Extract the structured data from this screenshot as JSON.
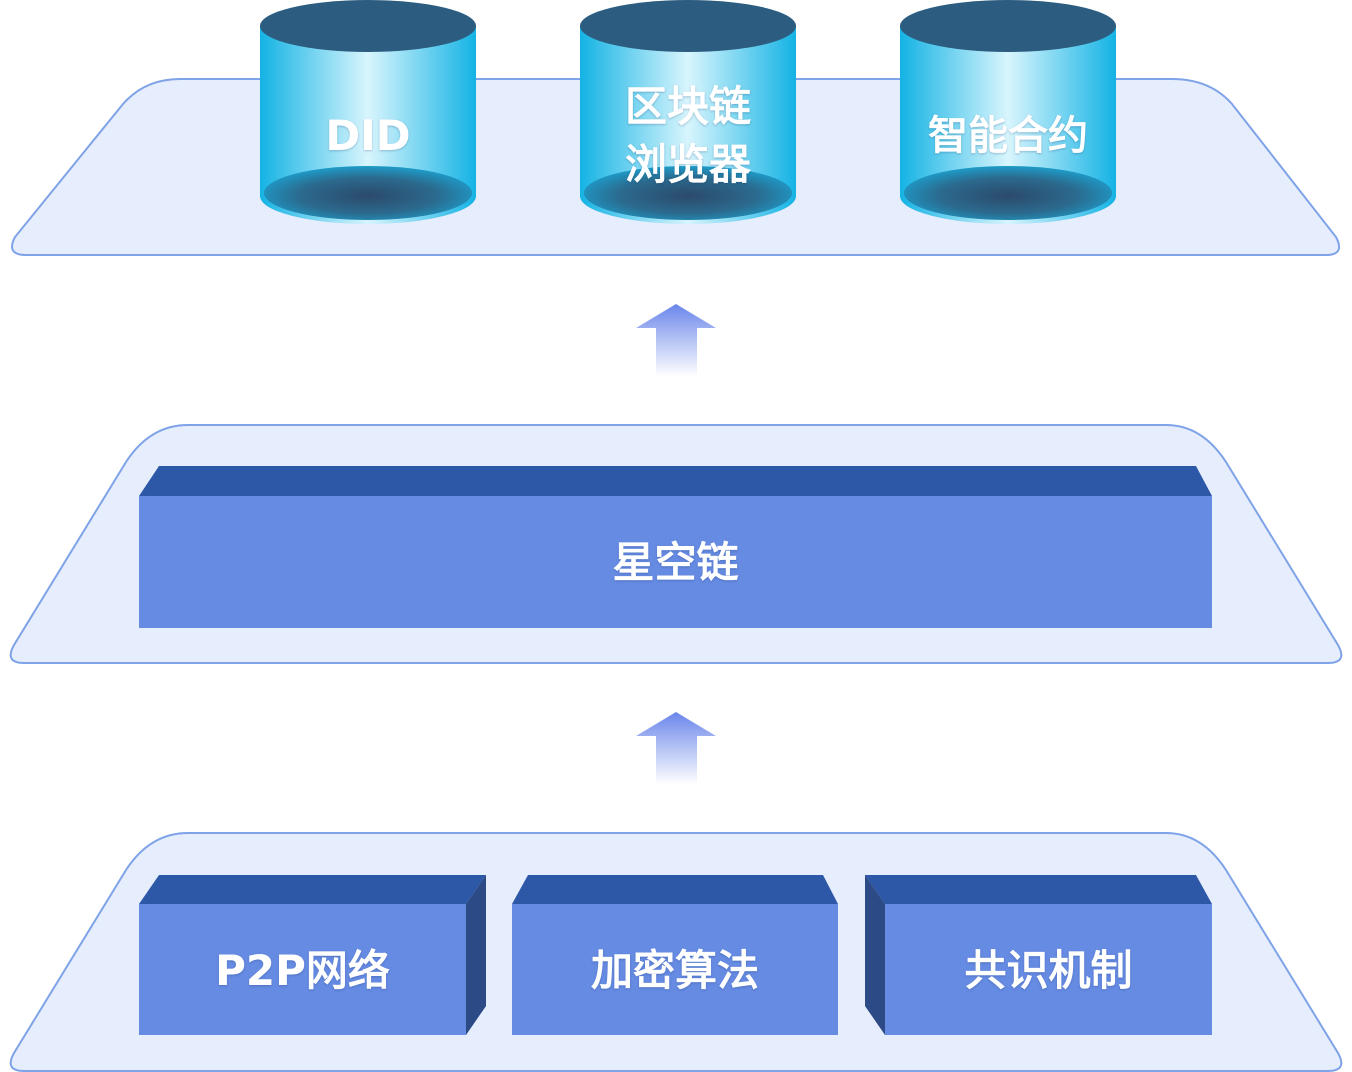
{
  "diagram": {
    "top_layer": {
      "cylinders": [
        {
          "label": "DID"
        },
        {
          "label": "区块链\n浏览器"
        },
        {
          "label": "智能合约"
        }
      ]
    },
    "middle_layer": {
      "box_label": "星空链"
    },
    "bottom_layer": {
      "boxes": [
        {
          "label": "P2P网络"
        },
        {
          "label": "加密算法"
        },
        {
          "label": "共识机制"
        }
      ]
    },
    "colors": {
      "platform_fill": "#e6edfc",
      "platform_stroke": "#7fa3e8",
      "box_front": "#668be3",
      "box_top": "#2d58a7",
      "box_side": "#2c4a86",
      "cylinder_cyan": "#1bbfe9",
      "cylinder_dark": "#2c5d80",
      "arrow_top": "#6a86ea"
    }
  }
}
